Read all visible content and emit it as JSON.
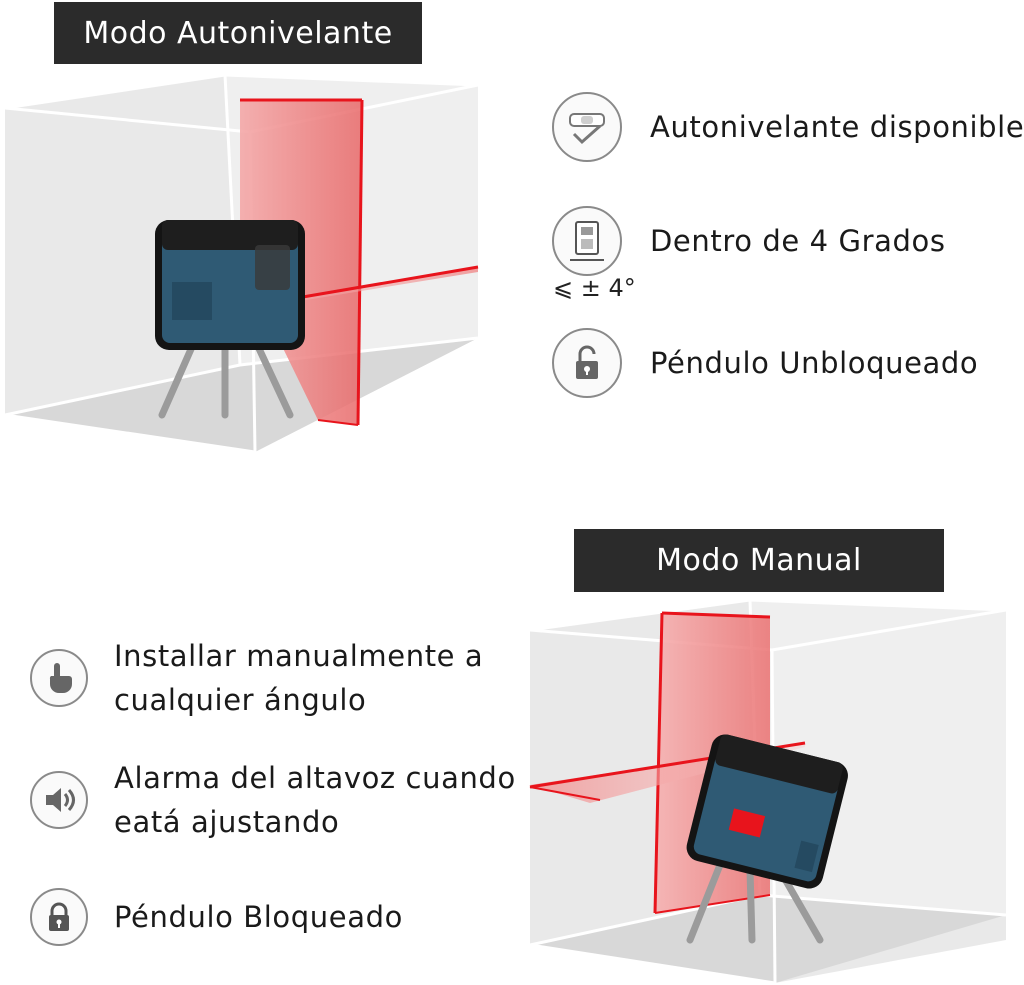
{
  "auto_mode": {
    "title": "Modo Autonivelante",
    "features": [
      {
        "icon": "level-check-icon",
        "text": "Autonivelante disponible"
      },
      {
        "icon": "pendulum-icon",
        "text": "Dentro de 4 Grados",
        "note": "⩽ ± 4°"
      },
      {
        "icon": "unlocked-padlock-icon",
        "text": "Péndulo Unbloqueado"
      }
    ]
  },
  "manual_mode": {
    "title": "Modo Manual",
    "features": [
      {
        "icon": "pointing-hand-icon",
        "lines": [
          "Installar manualmente a",
          "cualquier ángulo"
        ]
      },
      {
        "icon": "speaker-icon",
        "lines": [
          "Alarma del altavoz cuando",
          "eatá ajustando"
        ]
      },
      {
        "icon": "locked-padlock-icon",
        "text": "Péndulo Bloqueado"
      }
    ]
  },
  "colors": {
    "banner_bg": "#2b2b2b",
    "laser_red": "#e8141c",
    "device_blue": "#2f5a74"
  }
}
